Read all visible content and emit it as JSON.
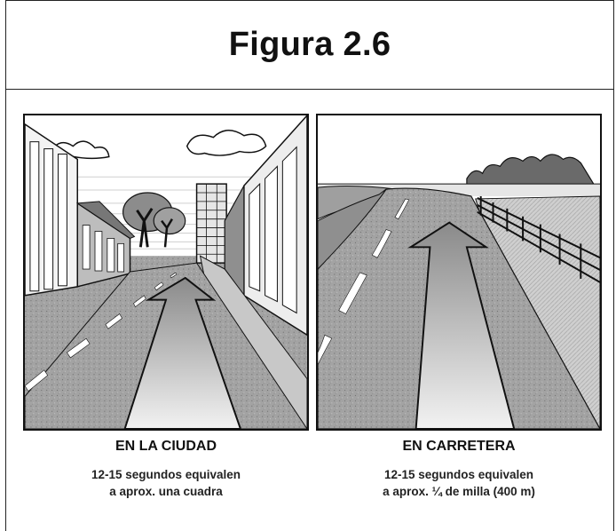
{
  "figure": {
    "title": "Figura 2.6"
  },
  "panels": [
    {
      "caption": "EN LA CIUDAD",
      "lines": [
        "12-15 segundos equivalen",
        "a aprox. una cuadra"
      ]
    },
    {
      "caption": "EN CARRETERA",
      "lines": [
        "12-15 segundos equivalen",
        "a aprox. ¼ de milla (400 m)"
      ]
    }
  ],
  "colors": {
    "ink": "#111111",
    "road": "#9a9a9a",
    "sky": "#ffffff"
  }
}
